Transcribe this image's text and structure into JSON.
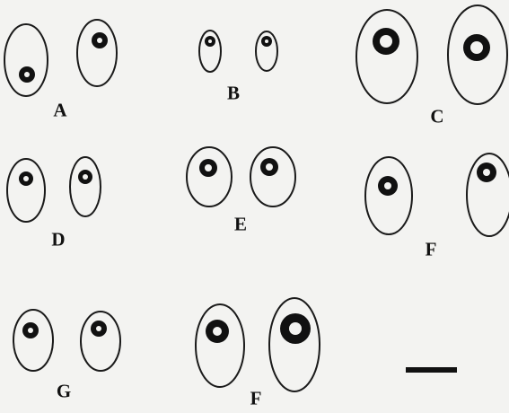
{
  "figure": {
    "panels": [
      {
        "id": "A",
        "label": "A"
      },
      {
        "id": "B",
        "label": "B"
      },
      {
        "id": "C",
        "label": "C"
      },
      {
        "id": "D",
        "label": "D"
      },
      {
        "id": "E",
        "label": "E"
      },
      {
        "id": "F1",
        "label": "F"
      },
      {
        "id": "G",
        "label": "G"
      },
      {
        "id": "F2",
        "label": "F"
      }
    ],
    "scale_bar": {
      "units_label": ""
    },
    "colors": {
      "background": "#f3f3f1",
      "outline": "#1a1a1a",
      "nucleus": "#111111"
    }
  }
}
